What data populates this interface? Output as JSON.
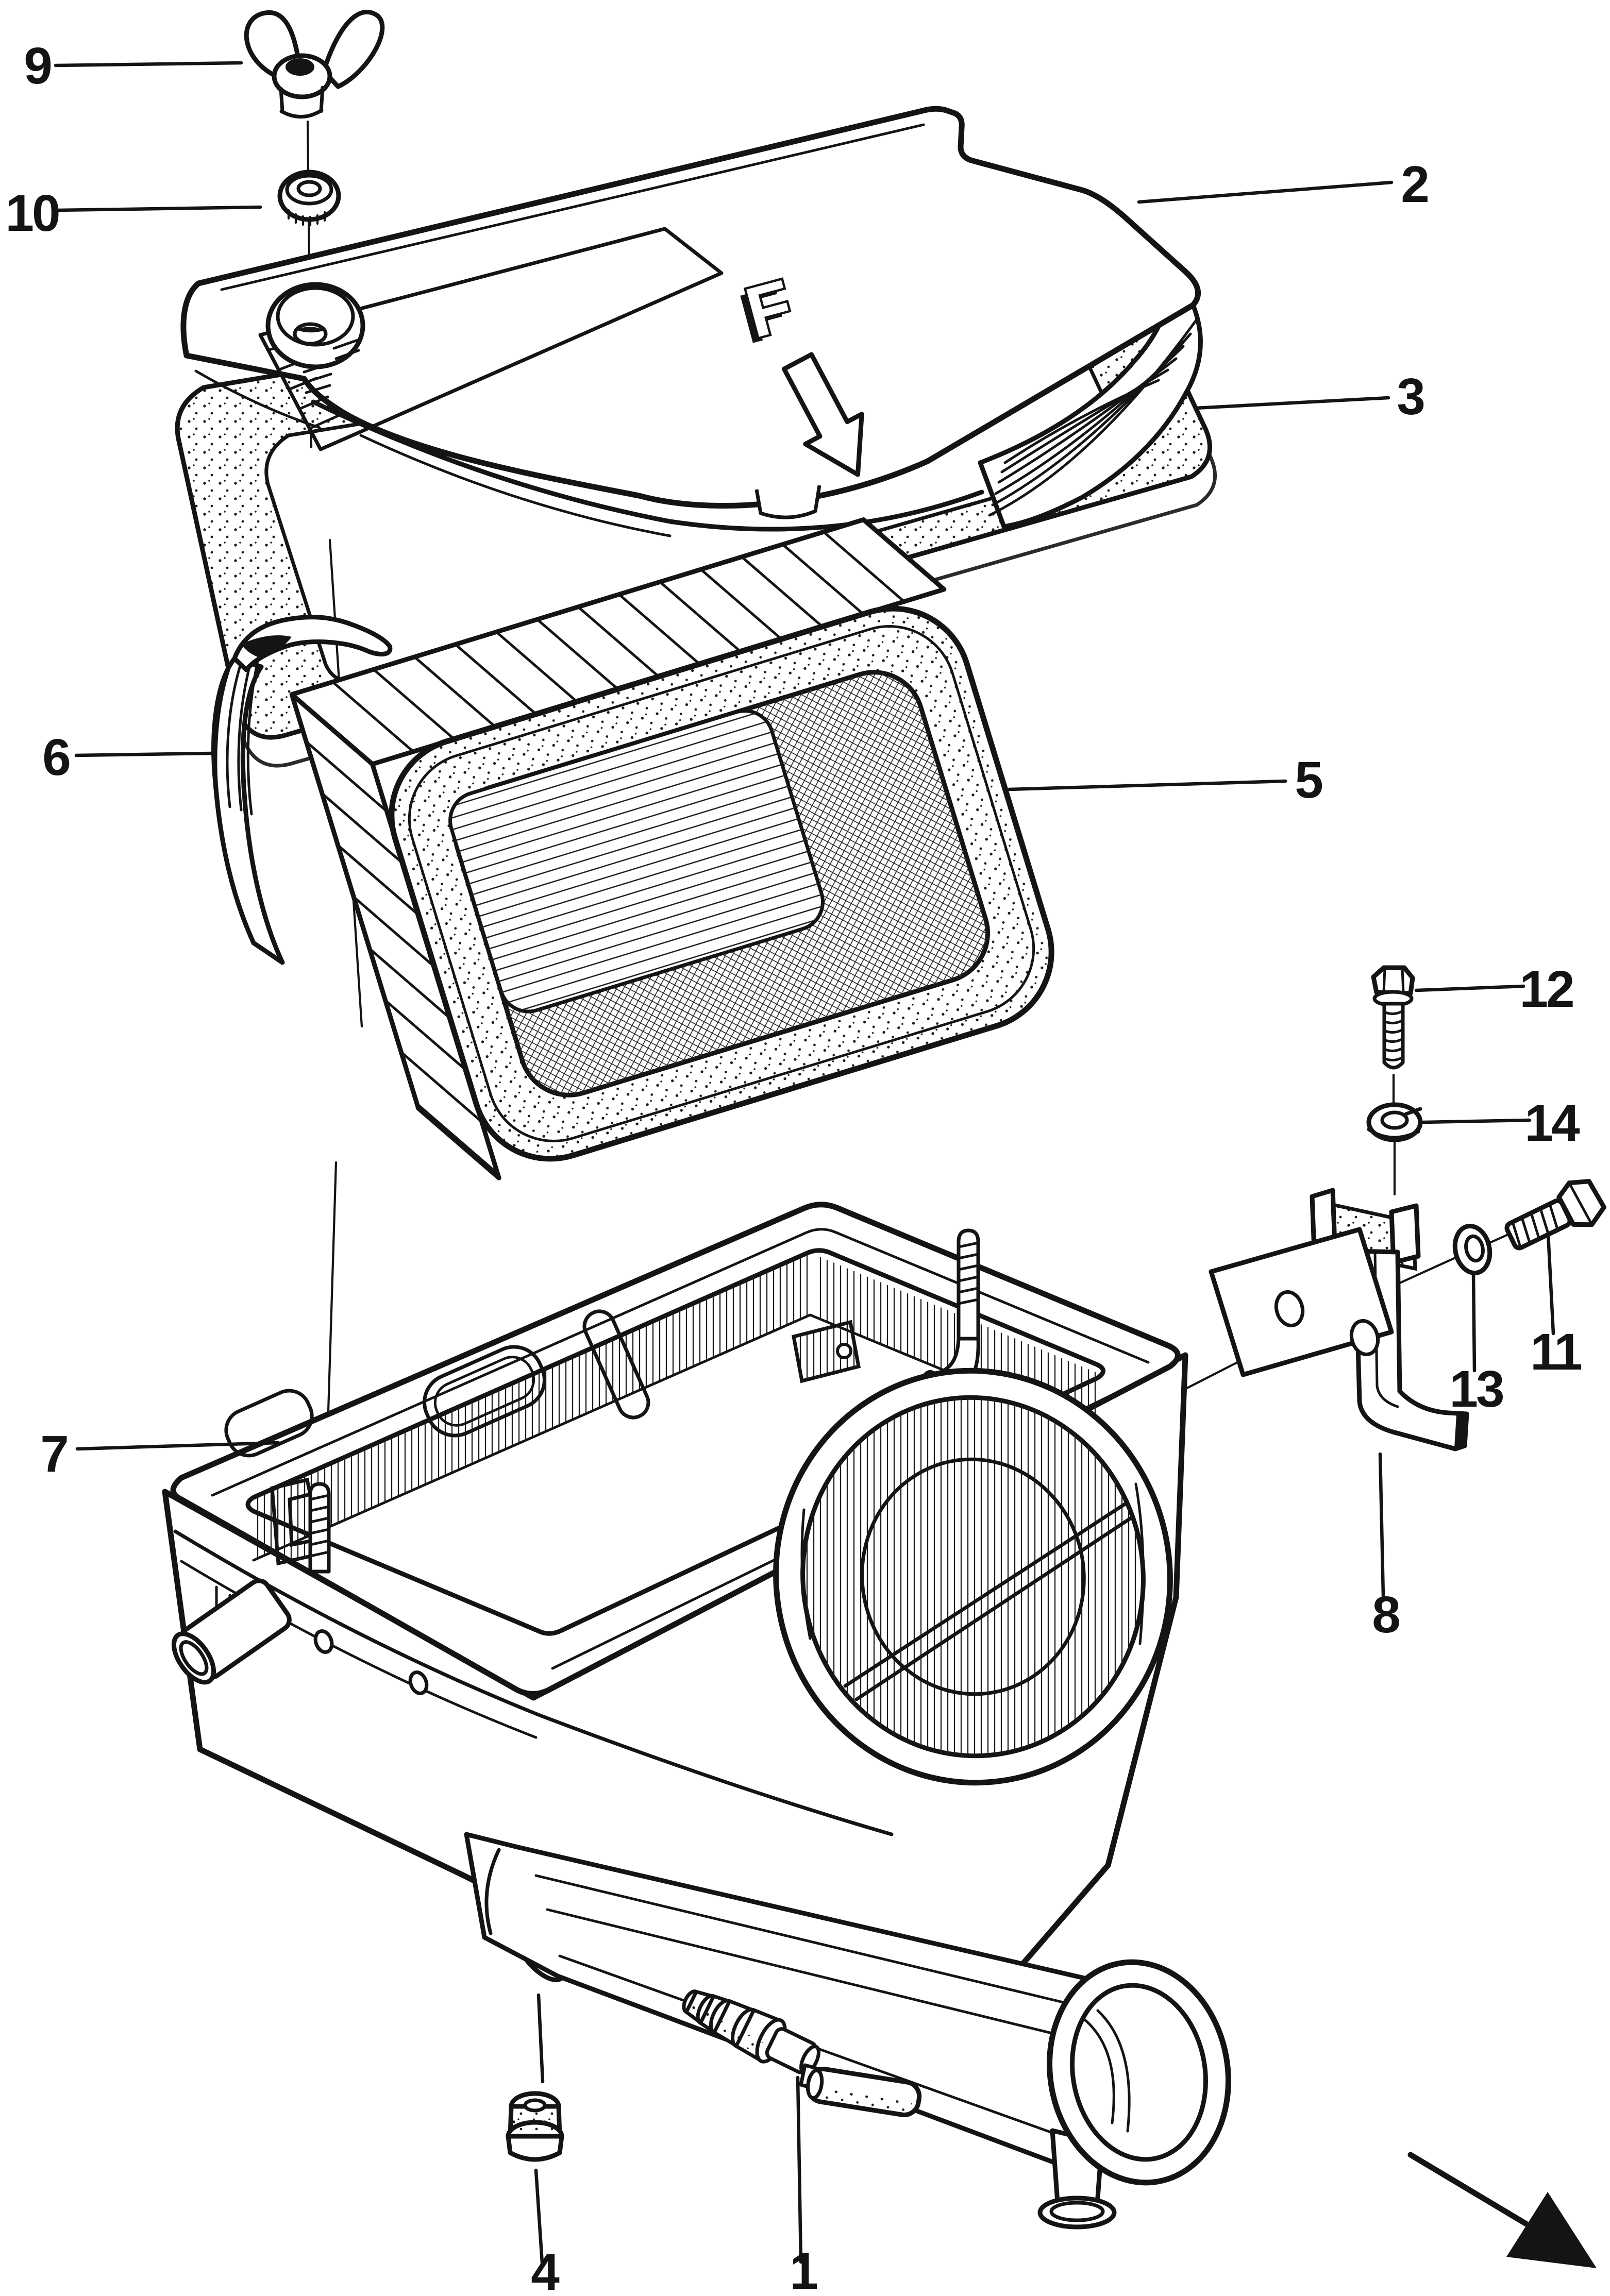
{
  "figure": {
    "kind": "exploded-parts-diagram",
    "colors": {
      "ink": "#141414",
      "paper": "#ffffff"
    }
  },
  "marking": {
    "front_letter": "F"
  },
  "icons": {
    "front_direction_arrow": "arrow-down-right-outline",
    "continuation_arrow": "arrow-down-right-solid"
  },
  "callouts": [
    {
      "number": "1"
    },
    {
      "number": "2"
    },
    {
      "number": "3"
    },
    {
      "number": "4"
    },
    {
      "number": "5"
    },
    {
      "number": "6"
    },
    {
      "number": "7"
    },
    {
      "number": "8"
    },
    {
      "number": "9"
    },
    {
      "number": "10"
    },
    {
      "number": "11"
    },
    {
      "number": "12"
    },
    {
      "number": "13"
    },
    {
      "number": "14"
    }
  ]
}
